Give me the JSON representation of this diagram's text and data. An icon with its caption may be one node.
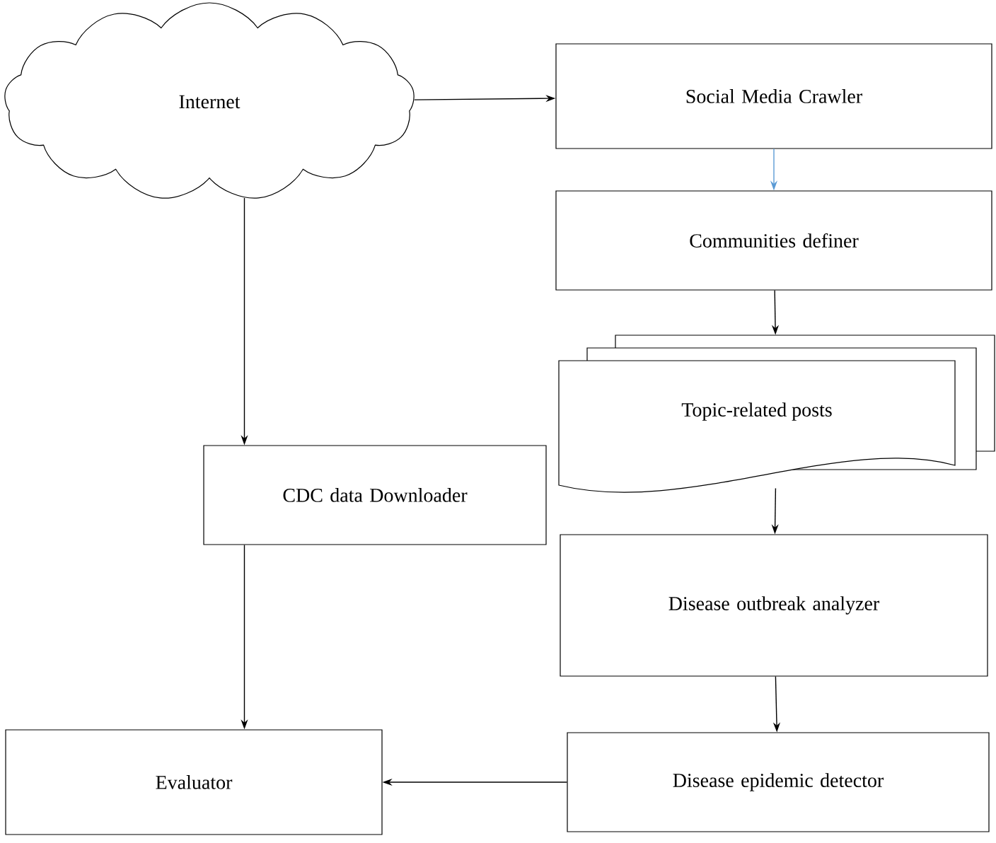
{
  "diagram": {
    "nodes": [
      {
        "text": [
          "Internet"
        ]
      },
      {
        "text": [
          "Social Media Crawler"
        ]
      },
      {
        "text": [
          "Communities definer"
        ]
      },
      {
        "text": [
          "Topic-related posts"
        ]
      },
      {
        "text": [
          "CDC data Downloader"
        ]
      },
      {
        "text": [
          "Disease outbreak analyzer"
        ]
      },
      {
        "text": [
          "Disease epidemic detector"
        ]
      },
      {
        "text": [
          "Evaluator"
        ]
      }
    ],
    "edges": [
      {
        "from": 0,
        "to": 1,
        "arrow": "to"
      },
      {
        "from": 1,
        "to": 2,
        "arrow": "to",
        "color": "#5b9bd5"
      },
      {
        "from": 2,
        "to": 3,
        "arrow": "to"
      },
      {
        "from": 0,
        "to": 4,
        "arrow": "to"
      },
      {
        "from": 3,
        "to": 5,
        "arrow": "to"
      },
      {
        "from": 5,
        "to": 6,
        "arrow": "to"
      },
      {
        "from": 4,
        "to": 7,
        "arrow": "to"
      },
      {
        "from": 6,
        "to": 7,
        "arrow": "to"
      }
    ]
  }
}
